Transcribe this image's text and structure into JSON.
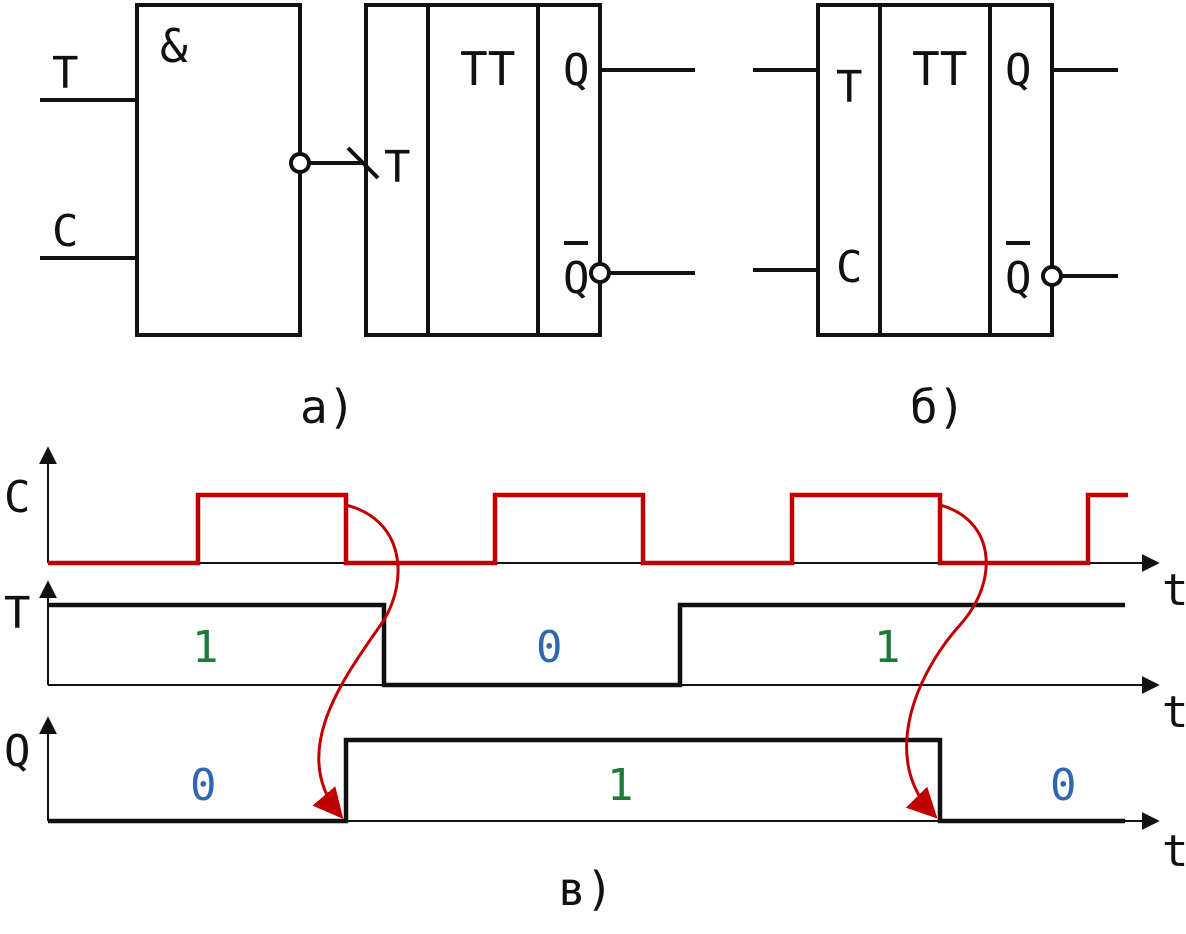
{
  "diagram_a": {
    "caption": "a)",
    "and_gate": {
      "symbol": "&",
      "inputs": [
        "T",
        "C"
      ]
    },
    "flipflop": {
      "type": "TT",
      "input": "T",
      "out_q": "Q",
      "out_qbar": "Q"
    }
  },
  "diagram_b": {
    "caption": "б)",
    "flipflop": {
      "type": "TT",
      "inputs": [
        "T",
        "C"
      ],
      "out_q": "Q",
      "out_qbar": "Q"
    }
  },
  "timing": {
    "caption": "в)",
    "axis_label": "t",
    "signals": [
      {
        "name": "C",
        "color": "#c00000",
        "transitions": [
          {
            "t": 0,
            "level": 0
          },
          {
            "t": 1,
            "level": 1
          },
          {
            "t": 2,
            "level": 0
          },
          {
            "t": 3,
            "level": 1
          },
          {
            "t": 4,
            "level": 0
          },
          {
            "t": 5,
            "level": 1
          },
          {
            "t": 6,
            "level": 0
          },
          {
            "t": 7,
            "level": 1
          }
        ]
      },
      {
        "name": "T",
        "color": "#111111",
        "values": [
          "1",
          "0",
          "1"
        ]
      },
      {
        "name": "Q",
        "color": "#111111",
        "values": [
          "0",
          "1",
          "0"
        ]
      }
    ],
    "value_colors": {
      "1": "#1f7a3a",
      "0": "#2f67b1"
    },
    "guide_color": "#c00000"
  }
}
